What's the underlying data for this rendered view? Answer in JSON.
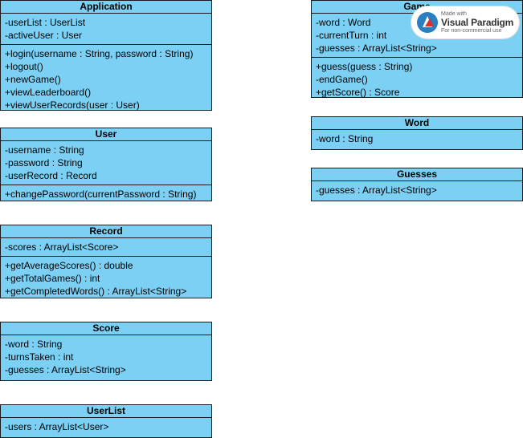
{
  "classes": {
    "application": {
      "name": "Application",
      "attributes": [
        "-userList : UserList",
        "-activeUser : User"
      ],
      "operations": [
        "+login(username : String, password : String)",
        "+logout()",
        "+newGame()",
        "+viewLeaderboard()",
        "+viewUserRecords(user : User)"
      ]
    },
    "user": {
      "name": "User",
      "attributes": [
        "-username : String",
        "-password : String",
        "-userRecord : Record"
      ],
      "operations": [
        "+changePassword(currentPassword : String)"
      ]
    },
    "record": {
      "name": "Record",
      "attributes": [
        "-scores : ArrayList<Score>"
      ],
      "operations": [
        "+getAverageScores() : double",
        "+getTotalGames() : int",
        "+getCompletedWords() : ArrayList<String>"
      ]
    },
    "score": {
      "name": "Score",
      "attributes": [
        "-word : String",
        "-turnsTaken : int",
        "-guesses : ArrayList<String>"
      ]
    },
    "userlist": {
      "name": "UserList",
      "attributes": [
        "-users : ArrayList<User>"
      ]
    },
    "game": {
      "name": "Game",
      "attributes": [
        "-word : Word",
        "-currentTurn : int",
        "-guesses : ArrayList<String>"
      ],
      "operations": [
        "+guess(guess : String)",
        "-endGame()",
        "+getScore() : Score"
      ]
    },
    "word": {
      "name": "Word",
      "attributes": [
        "-word : String"
      ]
    },
    "guesses": {
      "name": "Guesses",
      "attributes": [
        "-guesses : ArrayList<String>"
      ]
    }
  },
  "watermark": {
    "line1": "Made with",
    "line2": "Visual Paradigm",
    "line3": "For non-commercial use"
  },
  "colors": {
    "class_fill": "#7cd0f4",
    "border": "#1a1a1a",
    "logo_red": "#d9322b",
    "logo_blue": "#2a7fc0"
  }
}
